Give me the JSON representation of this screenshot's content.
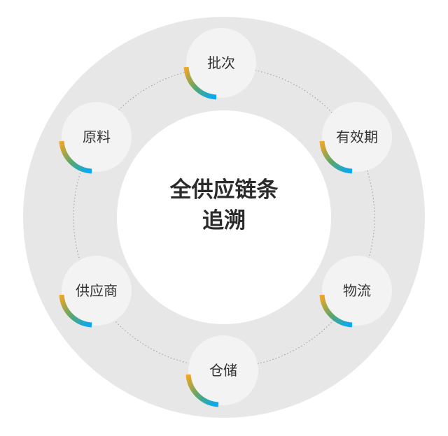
{
  "center": {
    "line1": "全供应链条",
    "line2": "追溯"
  },
  "nodes": [
    {
      "id": "batch",
      "label": "批次"
    },
    {
      "id": "expiry",
      "label": "有效期"
    },
    {
      "id": "logistics",
      "label": "物流"
    },
    {
      "id": "warehouse",
      "label": "仓储"
    },
    {
      "id": "supplier",
      "label": "供应商"
    },
    {
      "id": "raw-material",
      "label": "原料"
    }
  ],
  "colors": {
    "outer_ring": "#e7e7e7",
    "inner_disc": "#ffffff",
    "node_fill": "#f3f3f3",
    "dotted_orbit": "#9a9a9a",
    "arc_start": "#f5a623",
    "arc_mid": "#5ba66a",
    "arc_end": "#00aaff",
    "text": "#333333"
  }
}
